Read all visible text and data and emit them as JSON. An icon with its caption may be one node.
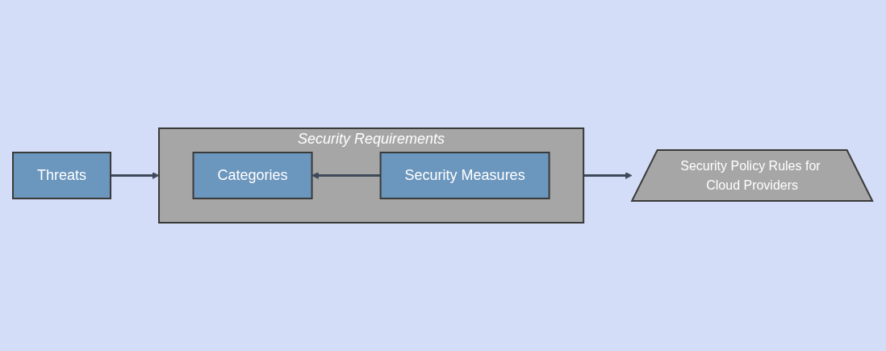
{
  "diagram": {
    "nodes": [
      {
        "text": [
          "Security Requirements"
        ]
      },
      {
        "text": [
          "Threats"
        ]
      },
      {
        "text": [
          "Categories"
        ],
        "in": 0
      },
      {
        "text": [
          "Security Measures"
        ],
        "in": 0
      },
      {
        "text": [
          "Security Policy Rules for Cloud Providers"
        ]
      }
    ],
    "edges": [
      {
        "from": 1,
        "to": 0,
        "arrow": "to"
      },
      {
        "from": 3,
        "to": 2,
        "arrow": "to"
      },
      {
        "from": 0,
        "to": 4,
        "arrow": "to"
      }
    ]
  }
}
